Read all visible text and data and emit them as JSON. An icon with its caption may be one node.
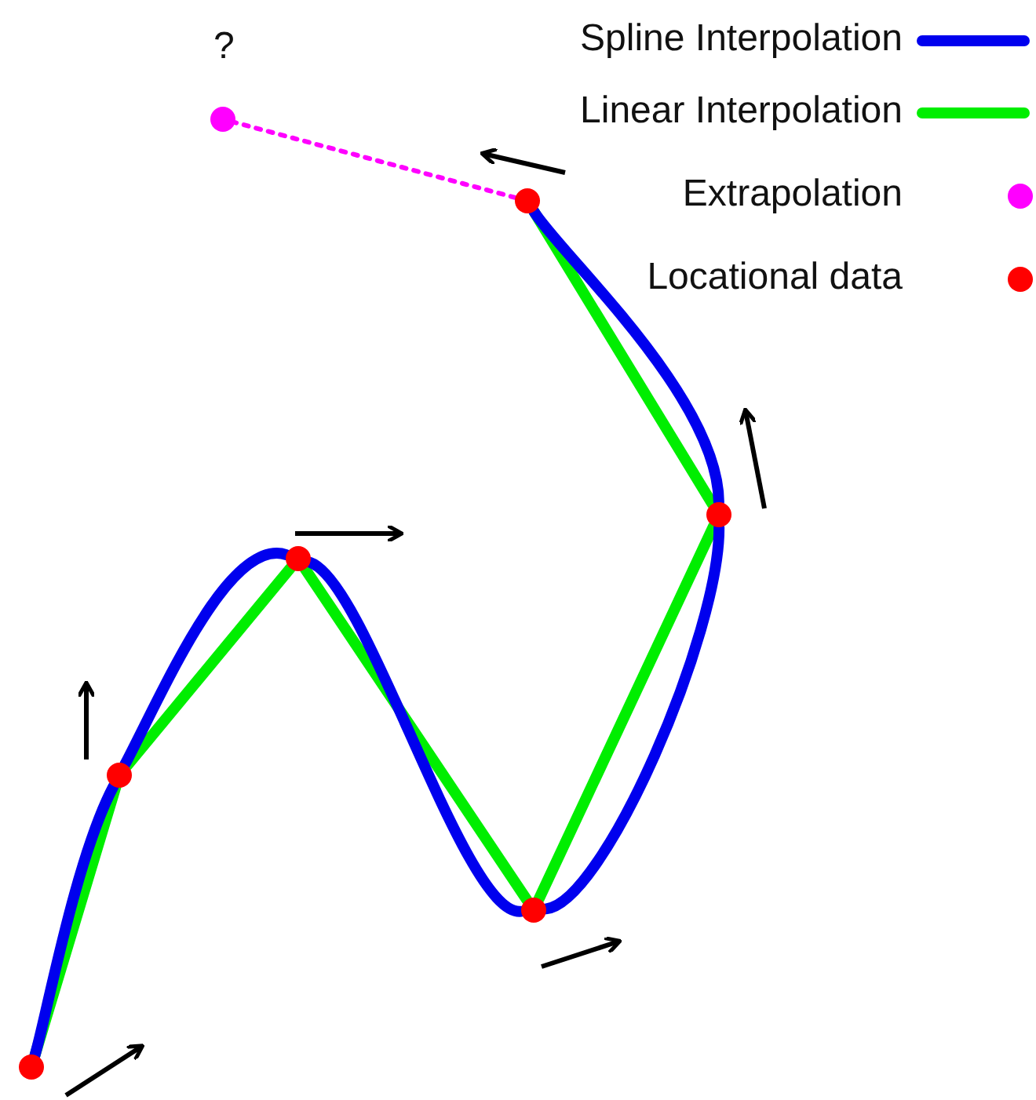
{
  "diagram": {
    "nodes": [
      {
        "text": [],
        "shape": "circle"
      },
      {
        "text": [],
        "shape": "circle"
      },
      {
        "text": [],
        "shape": "circle"
      },
      {
        "text": [],
        "shape": "circle"
      },
      {
        "text": [],
        "shape": "circle"
      },
      {
        "text": [],
        "shape": "circle"
      },
      {
        "text": [],
        "shape": "circle",
        "beside": [
          "?"
        ]
      }
    ],
    "edges": [
      {
        "from": 0,
        "to": 1,
        "arrow": "none",
        "color": "#00ee00"
      },
      {
        "from": 1,
        "to": 2,
        "arrow": "none",
        "color": "#00ee00"
      },
      {
        "from": 2,
        "to": 4,
        "arrow": "none",
        "color": "#00ee00"
      },
      {
        "from": 4,
        "to": 5,
        "arrow": "none",
        "color": "#00ee00"
      },
      {
        "from": 5,
        "to": 3,
        "arrow": "none",
        "color": "#00ee00"
      },
      {
        "from": 0,
        "to": 1,
        "arrow": "none",
        "color": "#0000ee"
      },
      {
        "from": 1,
        "to": 2,
        "arrow": "none",
        "color": "#0000ee"
      },
      {
        "from": 2,
        "to": 4,
        "arrow": "none",
        "color": "#0000ee"
      },
      {
        "from": 4,
        "to": 5,
        "arrow": "none",
        "color": "#0000ee"
      },
      {
        "from": 5,
        "to": 3,
        "arrow": "none",
        "color": "#0000ee"
      },
      {
        "from": 3,
        "to": 6,
        "arrow": "none",
        "style": "dashed",
        "color": "#ff00ff"
      }
    ],
    "legend": [
      {
        "text": "Spline Interpolation",
        "color": "#0000ee"
      },
      {
        "text": "Linear Interpolation",
        "color": "#00ee00"
      },
      {
        "text": "Extrapolation",
        "color": "#ff00ff"
      },
      {
        "text": "Locational data",
        "color": "#ff0000"
      }
    ]
  }
}
